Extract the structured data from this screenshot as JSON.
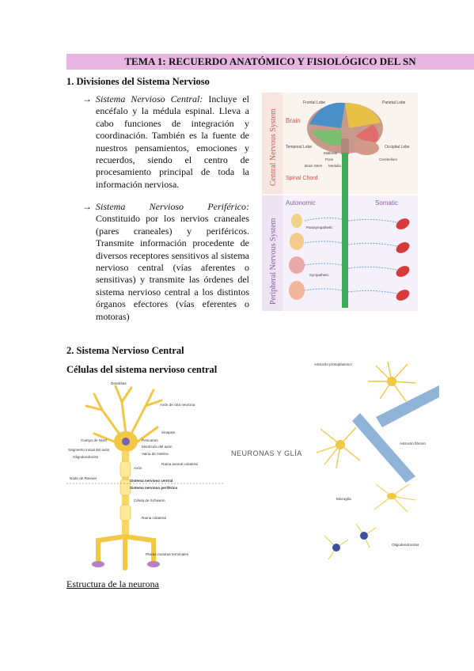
{
  "title": "TEMA 1: RECUERDO ANATÓMICO Y FISIOLÓGICO DEL SN",
  "section1": {
    "heading": "1. Divisiones del Sistema Nervioso",
    "snc_term": "Sistema Nervioso Central:",
    "snc_text": "Incluye el encéfalo y la médula espinal. Lleva a cabo funciones de integración y coordinación. También es la fuente de nuestros pensamientos, emociones y recuerdos, siendo el centro de procesamiento principal de toda la información nerviosa.",
    "snp_term": "Sistema Nervioso Periférico:",
    "snp_text": "Constituido por los nervios craneales (pares craneales) y periféricos. Transmite información procedente de diversos receptores sensitivos al sistema nervioso central (vías aferentes o sensitivas) y transmite las órdenes del sistema nervioso central a los distintos órganos efectores (vías eferentes o motoras)",
    "diagram": {
      "cns_label": "Central Nervous System",
      "pns_label": "Peripheral Nervous System",
      "brain": "Brain",
      "spinal_cord": "Spinal Chord",
      "frontal": "Frontal Lobe",
      "parietal": "Parietal Lobe",
      "temporal": "Temporal Lobe",
      "occipital": "Occipital Lobe",
      "midbrain": "Midbrain",
      "pons": "Pons",
      "medulla": "Medulla",
      "brainstem": "Brain Stem",
      "cerebellum": "Cerebellum",
      "autonomic": "Autonomic",
      "somatic": "Somatic",
      "parasympathetic": "Parasympathetic",
      "sympathetic": "Sympathetic"
    }
  },
  "section2": {
    "heading": "2. Sistema Nervioso Central",
    "subheading": "Células del sistema nervioso central",
    "neuron_labels": {
      "dendritas": "Dendritas",
      "axon_otra": "Axón de otra neurona",
      "sinapsis": "Sinapsis",
      "cuerpo": "Cuerpo de Nissl",
      "pericarion": "Pericarion",
      "monticulo": "Montículo del axón",
      "segmento": "Segmento inicial del axón",
      "vaina": "Vaina de mielina",
      "oligo": "Oligodendrocito",
      "rama_axonal": "Rama axonal colateral",
      "axon": "Axón",
      "nodo": "Nodo de Ranvier",
      "snc": "Sistema nervioso central",
      "snp": "Sistema nervioso periférico",
      "schwann": "Célula de Schwann",
      "rama_colateral": "Rama colateral",
      "placas": "Placas motoras terminales"
    },
    "neuronas_glia": "NEURONAS Y GLÍA",
    "glia_labels": {
      "proto": "Astrocito protoplásmico",
      "fibroso": "Astrocito fibroso",
      "microglia": "Microglía",
      "oligodendrocitos": "Oligodendrocitos"
    },
    "caption": "Estructura de la neurona"
  }
}
